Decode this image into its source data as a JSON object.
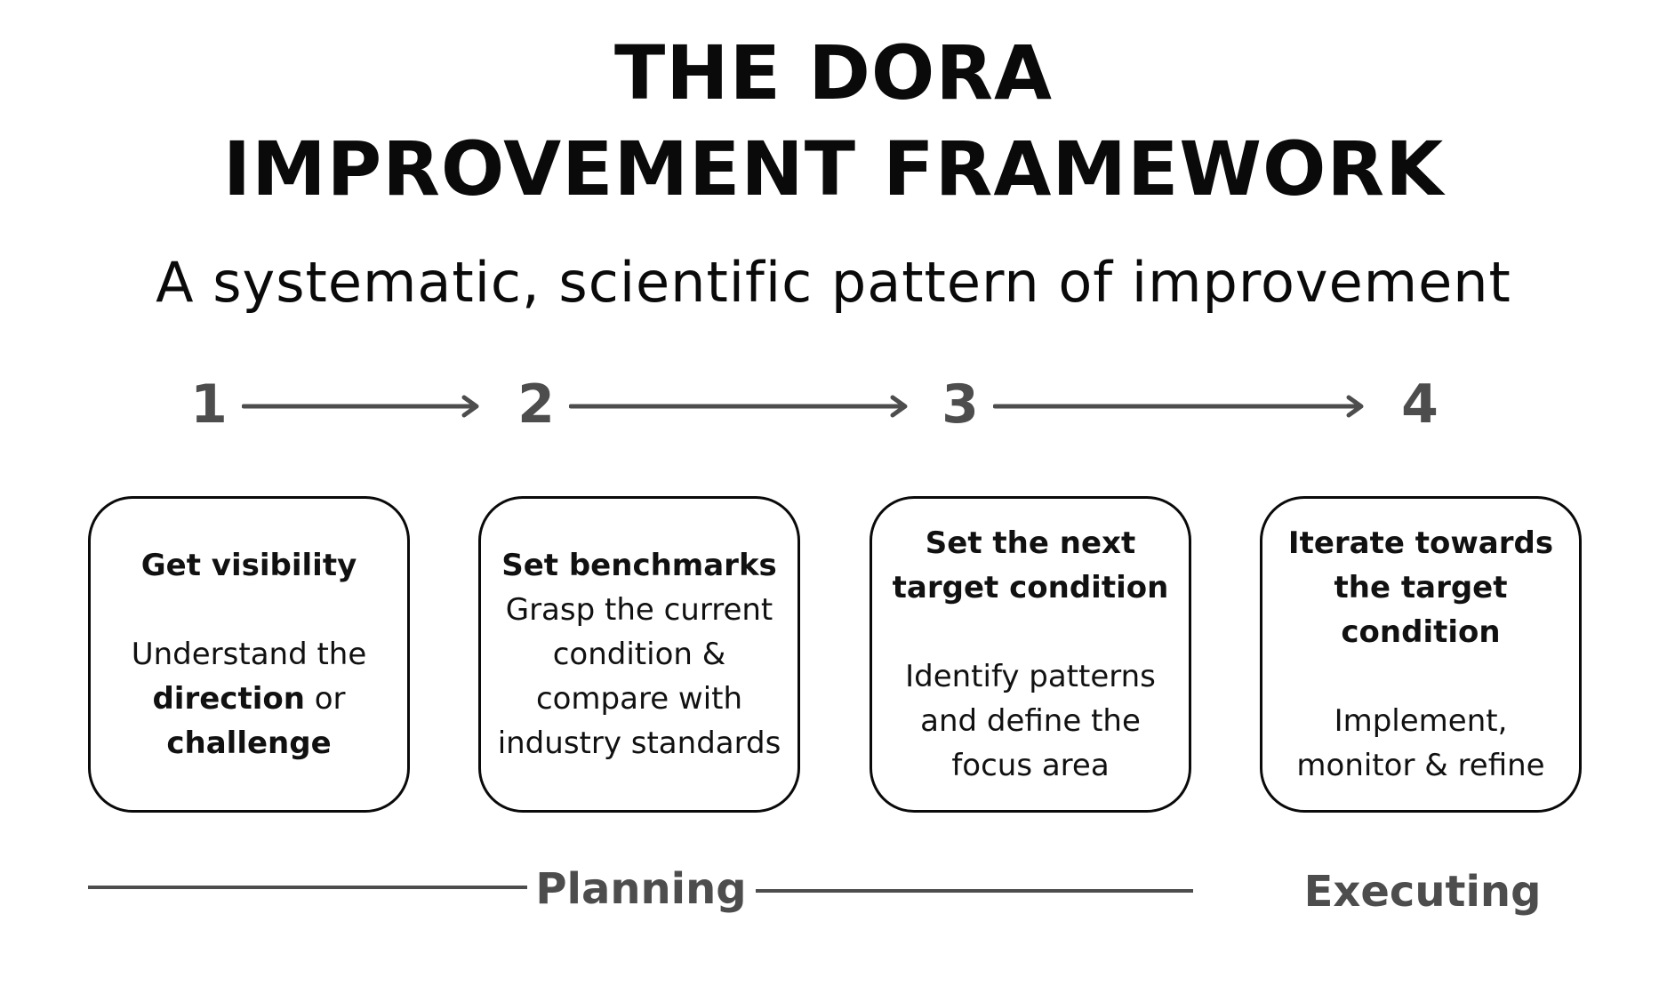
{
  "title": {
    "line1": "THE DORA",
    "line2": "IMPROVEMENT FRAMEWORK"
  },
  "subtitle": "A systematic, scientific pattern of improvement",
  "steps": [
    {
      "number": "1",
      "heading": "Get visibility",
      "body_parts": [
        "Understand the ",
        "direction",
        " or ",
        "challenge"
      ]
    },
    {
      "number": "2",
      "heading": "Set benchmarks",
      "body": "Grasp the current condition & compare with industry standards"
    },
    {
      "number": "3",
      "heading": "Set the next target condition",
      "body": "Identify patterns and define the focus area"
    },
    {
      "number": "4",
      "heading": "Iterate towards the target condition",
      "body": "Implement, monitor & refine"
    }
  ],
  "phases": {
    "planning": "Planning",
    "executing": "Executing"
  },
  "colors": {
    "title": "#0a0a0a",
    "accent_gray": "#4d4d4d",
    "card_border": "#0a0a0a",
    "background": "#ffffff"
  }
}
